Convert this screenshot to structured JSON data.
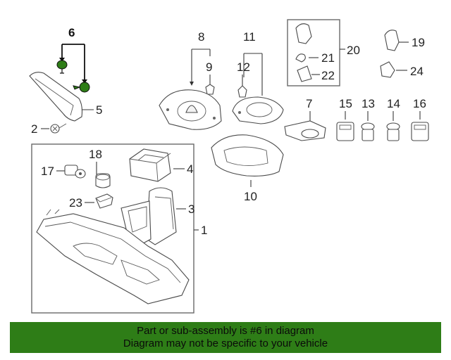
{
  "diagram": {
    "callouts": {
      "c1": "1",
      "c2": "2",
      "c3": "3",
      "c4": "4",
      "c5": "5",
      "c6": "6",
      "c7": "7",
      "c8": "8",
      "c9": "9",
      "c10": "10",
      "c11": "11",
      "c12": "12",
      "c13": "13",
      "c14": "14",
      "c15": "15",
      "c16": "16",
      "c17": "17",
      "c18": "18",
      "c19": "19",
      "c20": "20",
      "c21": "21",
      "c22": "22",
      "c23": "23",
      "c24": "24"
    },
    "highlight_color": "#2e7d17"
  },
  "footer": {
    "line1": "Part or sub-assembly is #6 in diagram",
    "line2": "Diagram may not be specific to your vehicle"
  }
}
